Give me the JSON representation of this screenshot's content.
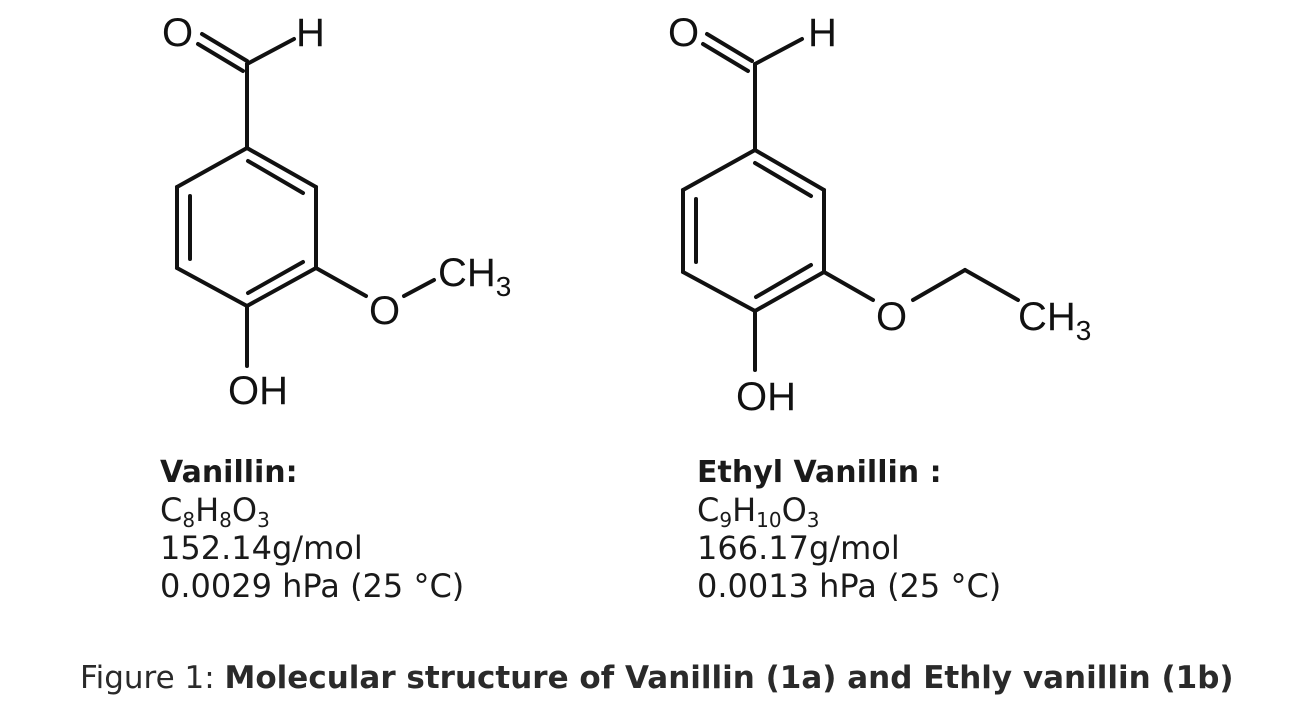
{
  "figure": {
    "caption_prefix": "Figure 1: ",
    "caption_text": "Molecular structure of Vanillin (1a) and Ethly vanillin (1b)"
  },
  "molecules": [
    {
      "id": "vanillin",
      "atoms": {
        "carbonyl_o": "O",
        "aldehyde_h": "H",
        "ether_o": "O",
        "methyl": "CH",
        "methyl_sub": "3",
        "hydroxyl": "OH"
      },
      "name": "Vanillin:",
      "formula": [
        {
          "el": "C",
          "n": "8"
        },
        {
          "el": "H",
          "n": "8"
        },
        {
          "el": "O",
          "n": "3"
        }
      ],
      "molar_mass": "152.14g/mol",
      "vapor_pressure": "0.0029 hPa (25 °C)"
    },
    {
      "id": "ethyl-vanillin",
      "atoms": {
        "carbonyl_o": "O",
        "aldehyde_h": "H",
        "ether_o": "O",
        "methyl": "CH",
        "methyl_sub": "3",
        "hydroxyl": "OH"
      },
      "name": "Ethyl Vanillin :",
      "formula": [
        {
          "el": "C",
          "n": "9"
        },
        {
          "el": "H",
          "n": "10"
        },
        {
          "el": "O",
          "n": "3"
        }
      ],
      "molar_mass": "166.17g/mol",
      "vapor_pressure": "0.0013 hPa (25 °C)"
    }
  ],
  "colors": {
    "ink": "#111111",
    "background": "#ffffff"
  }
}
